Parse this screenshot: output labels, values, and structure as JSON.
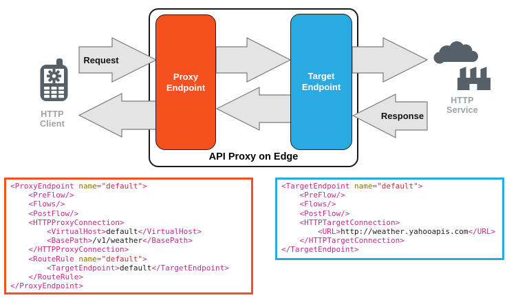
{
  "diagram": {
    "container_title": "API Proxy on Edge",
    "request_label": "Request",
    "response_label": "Response",
    "proxy_box": {
      "line1": "Proxy",
      "line2": "Endpoint"
    },
    "target_box": {
      "line1": "Target",
      "line2": "Endpoint"
    },
    "client": {
      "line1": "HTTP",
      "line2": "Client"
    },
    "service": {
      "line1": "HTTP",
      "line2": "Service"
    }
  },
  "colors": {
    "proxy_orange": "#F4511E",
    "target_blue": "#29ABE2",
    "arrow_fill": "#E4E4E4",
    "arrow_stroke": "#7A7A7A",
    "icon_slate": "#566069",
    "icon_label_gray": "#9CA2A8"
  },
  "code_token_colors": {
    "tag": "#C42A8C",
    "attr": "#8B7500",
    "value": "#BE353F",
    "plain": "#1C1C1C"
  },
  "proxy_code": {
    "border_color": "#F4511E",
    "lines": [
      [
        [
          "tag",
          "<ProxyEndpoint "
        ],
        [
          "attr",
          "name="
        ],
        [
          "value",
          "\"default\""
        ],
        [
          "tag",
          ">"
        ]
      ],
      [
        [
          "plain",
          "    "
        ],
        [
          "tag",
          "<PreFlow/>"
        ]
      ],
      [
        [
          "plain",
          "    "
        ],
        [
          "tag",
          "<Flows/>"
        ]
      ],
      [
        [
          "plain",
          "    "
        ],
        [
          "tag",
          "<PostFlow/>"
        ]
      ],
      [
        [
          "plain",
          "    "
        ],
        [
          "tag",
          "<HTTPProxyConnection>"
        ]
      ],
      [
        [
          "plain",
          "        "
        ],
        [
          "tag",
          "<VirtualHost>"
        ],
        [
          "plain",
          "default"
        ],
        [
          "tag",
          "</VirtualHost>"
        ]
      ],
      [
        [
          "plain",
          "        "
        ],
        [
          "tag",
          "<BasePath>"
        ],
        [
          "plain",
          "/v1/weather"
        ],
        [
          "tag",
          "</BasePath>"
        ]
      ],
      [
        [
          "plain",
          "    "
        ],
        [
          "tag",
          "</HTTPProxyConnection>"
        ]
      ],
      [
        [
          "plain",
          "    "
        ],
        [
          "tag",
          "<RouteRule "
        ],
        [
          "attr",
          "name="
        ],
        [
          "value",
          "\"default\""
        ],
        [
          "tag",
          ">"
        ]
      ],
      [
        [
          "plain",
          "        "
        ],
        [
          "tag",
          "<TargetEndpoint>"
        ],
        [
          "plain",
          "default"
        ],
        [
          "tag",
          "</TargetEndpoint>"
        ]
      ],
      [
        [
          "plain",
          "    "
        ],
        [
          "tag",
          "</RouteRule>"
        ]
      ],
      [
        [
          "tag",
          "</ProxyEndpoint>"
        ]
      ]
    ]
  },
  "target_code": {
    "border_color": "#29ABE2",
    "lines": [
      [
        [
          "tag",
          "<TargetEndpoint "
        ],
        [
          "attr",
          "name="
        ],
        [
          "value",
          "\"default\""
        ],
        [
          "tag",
          ">"
        ]
      ],
      [
        [
          "plain",
          "    "
        ],
        [
          "tag",
          "<PreFlow/>"
        ]
      ],
      [
        [
          "plain",
          "    "
        ],
        [
          "tag",
          "<Flows/>"
        ]
      ],
      [
        [
          "plain",
          "    "
        ],
        [
          "tag",
          "<PostFlow/>"
        ]
      ],
      [
        [
          "plain",
          "    "
        ],
        [
          "tag",
          "<HTTPTargetConnection>"
        ]
      ],
      [
        [
          "plain",
          "        "
        ],
        [
          "tag",
          "<URL>"
        ],
        [
          "plain",
          "http://weather.yahooapis.com"
        ],
        [
          "tag",
          "</URL>"
        ]
      ],
      [
        [
          "plain",
          "    "
        ],
        [
          "tag",
          "</HTTPTargetConnection>"
        ]
      ],
      [
        [
          "tag",
          "</TargetEndpoint>"
        ]
      ]
    ]
  }
}
